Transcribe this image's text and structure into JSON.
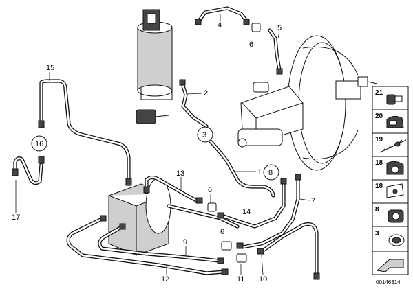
{
  "callouts": [
    "4",
    "5",
    "6",
    "15",
    "2",
    "3",
    "16",
    "1",
    "8",
    "13",
    "6",
    "7",
    "14",
    "9",
    "17",
    "6",
    "12",
    "11",
    "10"
  ],
  "legend": [
    "21",
    "20",
    "19",
    "18",
    "18",
    "8",
    "3"
  ],
  "doc_id": "00146314"
}
